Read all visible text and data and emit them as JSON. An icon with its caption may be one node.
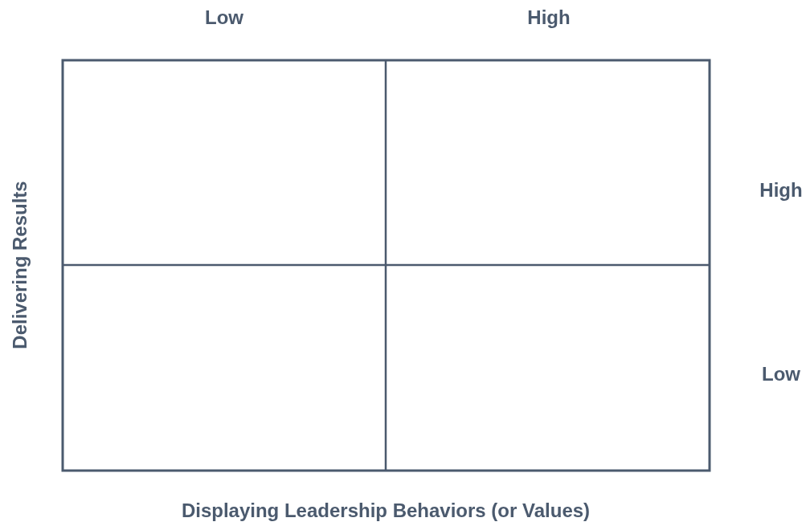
{
  "diagram": {
    "labels": [
      "Low",
      "High",
      "Delivering Results",
      "High",
      "Low",
      "Displaying Leadership Behaviors (or Values)"
    ]
  }
}
